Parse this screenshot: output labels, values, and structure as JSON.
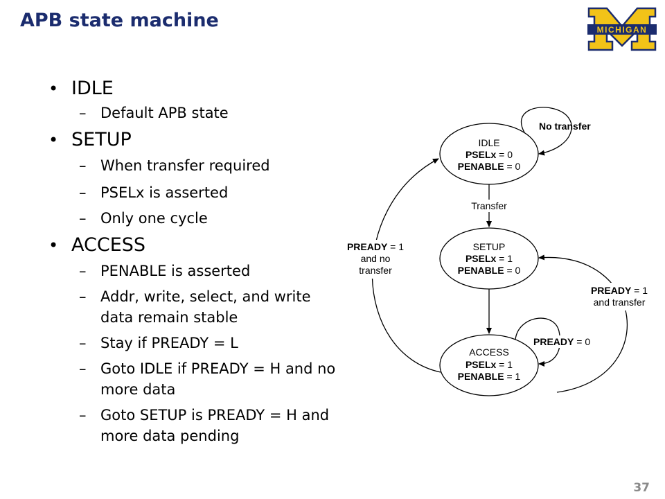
{
  "slide": {
    "title": "APB state machine",
    "page_number": "37",
    "logo": {
      "text": "MICHIGAN",
      "colors": {
        "maize": "#f2c318",
        "blue": "#1b2c6e"
      }
    }
  },
  "bullets": [
    {
      "label": "IDLE",
      "sub": [
        "Default APB state"
      ]
    },
    {
      "label": "SETUP",
      "sub": [
        "When transfer required",
        "PSELx is asserted",
        "Only one cycle"
      ]
    },
    {
      "label": "ACCESS",
      "sub": [
        "PENABLE is asserted",
        "Addr, write, select, and write data remain stable",
        "Stay if PREADY = L",
        "Goto IDLE if PREADY = H and no more data",
        "Goto SETUP is PREADY = H and more data pending"
      ]
    }
  ],
  "diagram": {
    "states": [
      {
        "name": "IDLE",
        "sig1": "PSELx",
        "val1": " = 0",
        "sig2": "PENABLE",
        "val2": " = 0"
      },
      {
        "name": "SETUP",
        "sig1": "PSELx",
        "val1": " = 1",
        "sig2": "PENABLE",
        "val2": " = 0"
      },
      {
        "name": "ACCESS",
        "sig1": "PSELx",
        "val1": " = 1",
        "sig2": "PENABLE",
        "val2": " = 1"
      }
    ],
    "transitions": {
      "idle_loop": "No transfer",
      "idle_to_setup": "Transfer",
      "access_to_idle": {
        "bold": "PREADY",
        "rest": " = 1",
        "line2": "and no",
        "line3": "transfer"
      },
      "access_to_setup": {
        "bold": "PREADY",
        "rest": " = 1",
        "line2": "and transfer"
      },
      "access_loop": {
        "bold": "PREADY",
        "rest": " = 0"
      }
    }
  }
}
